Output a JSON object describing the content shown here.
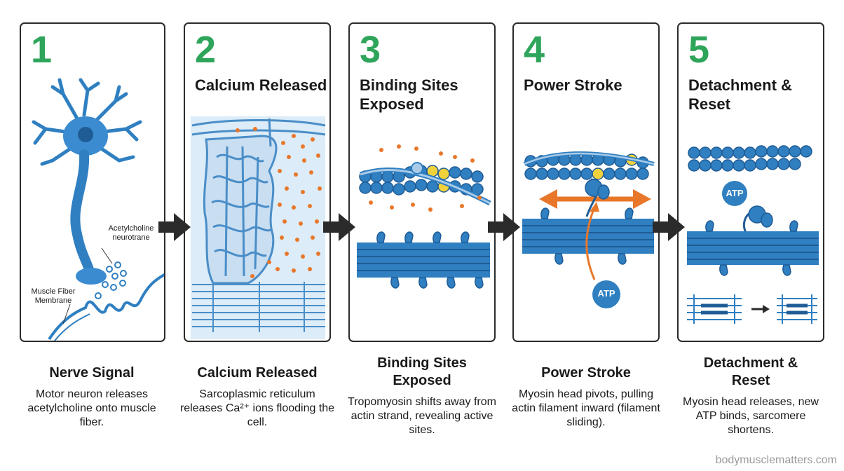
{
  "panels": [
    {
      "number": "1",
      "title": "",
      "caption_title": "Nerve Signal",
      "caption_desc": "Motor neuron releases acetylcholine onto muscle fiber."
    },
    {
      "number": "2",
      "title": "Calcium Released",
      "caption_title": "Calcium Released",
      "caption_desc": "Sarcoplasmic reticulum releases Ca²⁺ ions flooding the cell."
    },
    {
      "number": "3",
      "title": "Binding Sites Exposed",
      "caption_title": "Binding Sites Exposed",
      "caption_desc": "Tropomyosin shifts away from actin strand, revealing active sites."
    },
    {
      "number": "4",
      "title": "Power Stroke",
      "caption_title": "Power Stroke",
      "caption_desc": "Myosin head pivots, pulling actin filament inward (filament sliding)."
    },
    {
      "number": "5",
      "title": "Detachment & Reset",
      "caption_title": "Detachment & Reset",
      "caption_desc": "Myosin head releases, new ATP binds, sarcomere shortens."
    }
  ],
  "labels": {
    "acetylcholine": "Acetylcholine neurotrane",
    "membrane": "Muscle Fiber Membrane",
    "atp4": "ATP",
    "atp5": "ATP"
  },
  "footer": "bodymusclematters.com",
  "colors": {
    "number_green": "#2ea55a",
    "blue": "#2f7fc1",
    "orange": "#e8772a",
    "yellow": "#f2d23b",
    "dark": "#2b2b2b"
  }
}
